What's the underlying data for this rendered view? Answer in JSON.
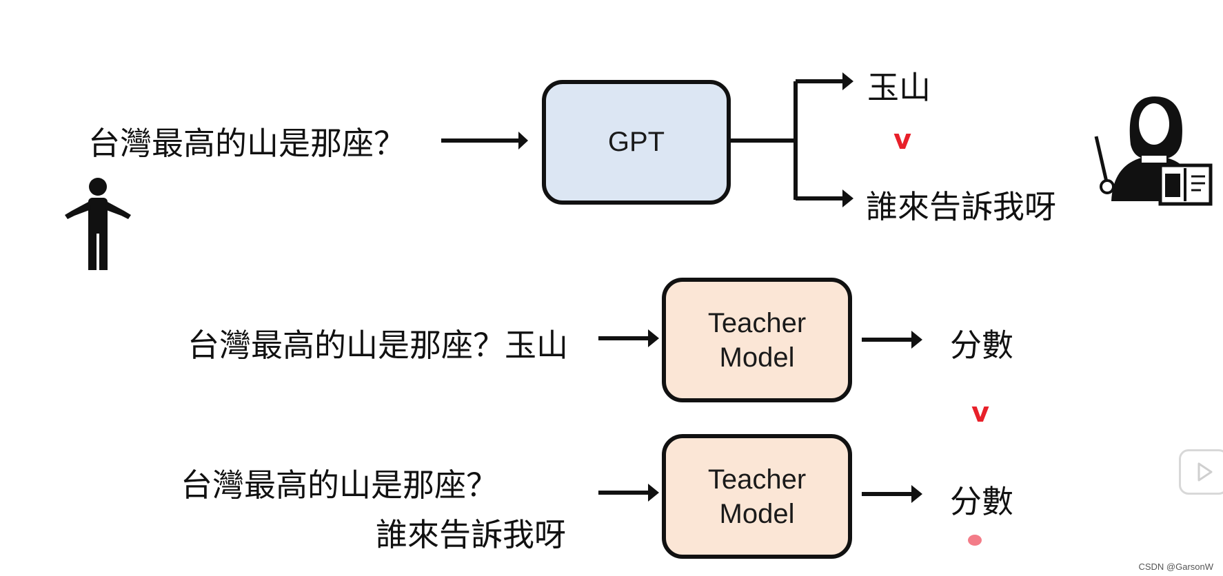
{
  "top": {
    "question": "台灣最高的山是那座？",
    "model_label": "GPT",
    "answer_good": "玉山",
    "answer_bad": "誰來告訴我呀",
    "comparison_mark": "v"
  },
  "middle": {
    "input": "台灣最高的山是那座？玉山",
    "model_line1": "Teacher",
    "model_line2": "Model",
    "output": "分數"
  },
  "between_mark": "v",
  "bottom": {
    "input_line1": "台灣最高的山是那座？",
    "input_line2": "誰來告訴我呀",
    "model_line1": "Teacher",
    "model_line2": "Model",
    "output": "分數"
  },
  "watermark": "CSDN @GarsonW",
  "colors": {
    "gpt_box": "#dce6f3",
    "teacher_box": "#fbe6d6",
    "mark": "#e8202a"
  },
  "icons": [
    "person-shrug-icon",
    "teacher-icon",
    "play-button-icon"
  ]
}
